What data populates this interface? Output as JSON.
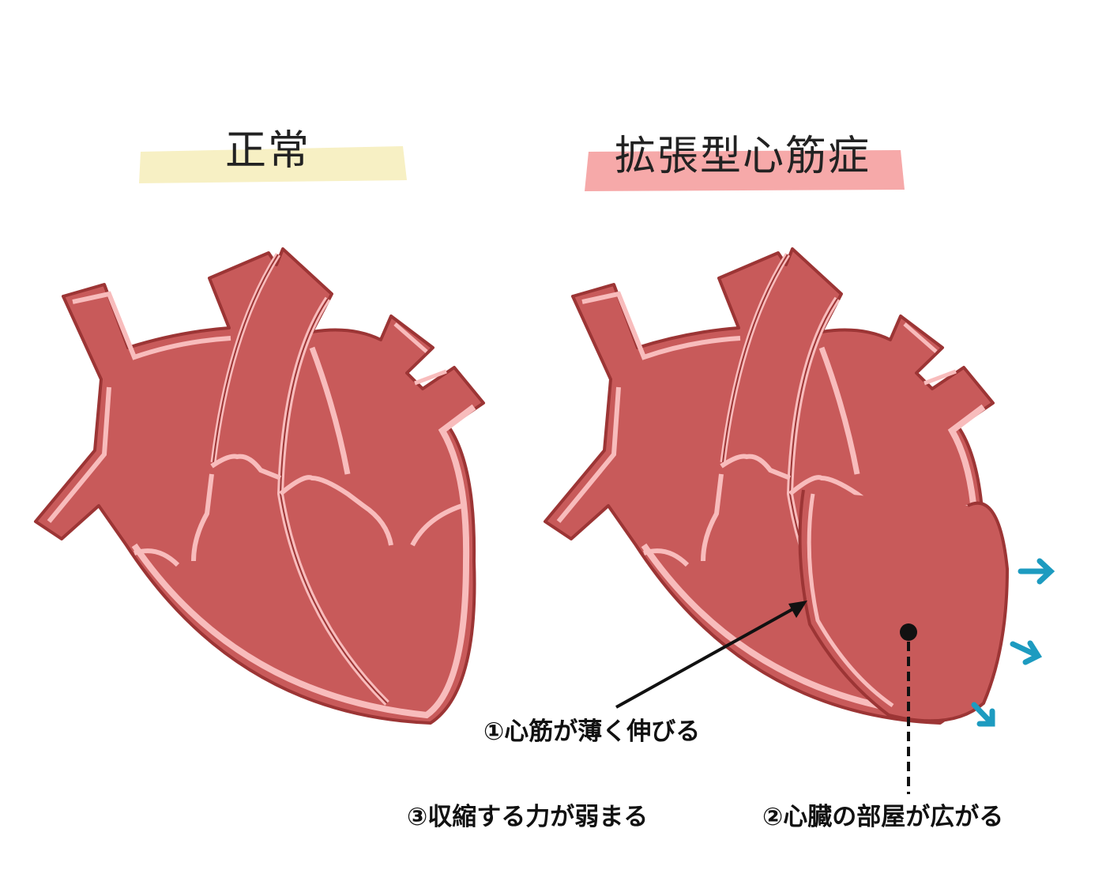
{
  "titles": {
    "normal": "正常",
    "dilated": "拡張型心筋症"
  },
  "labels": {
    "thin_muscle": "①心筋が薄く伸びる",
    "chamber_enlarged": "②心臓の部屋が広がる",
    "weak_contraction": "③収縮する力が弱まる"
  },
  "colors": {
    "heart_fill": "#c85a5a",
    "heart_stroke": "#9c3535",
    "heart_lining": "#f8bcbc",
    "highlight_yellow": "#f7f0c4",
    "highlight_pink": "#f6a9a9",
    "arrow_blue": "#1d9bc0"
  },
  "icons": [
    "outward-arrow-icon",
    "outward-arrow-icon",
    "outward-arrow-icon"
  ]
}
